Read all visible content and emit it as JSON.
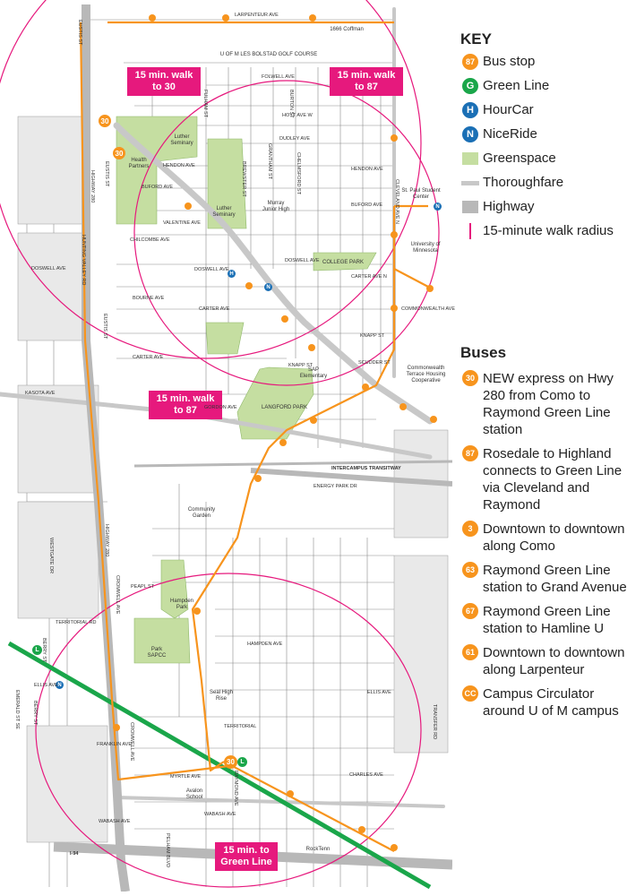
{
  "colors": {
    "bus": "#f7941d",
    "green_line": "#1aa64a",
    "hourcar": "#1a6fb5",
    "nicerride": "#1a6fb5",
    "greenspace": "#c5dea1",
    "thoroughfare": "#c8c8c8",
    "highway": "#b8b8b8",
    "walk_radius": "#e6197d"
  },
  "key": {
    "title": "KEY",
    "items": [
      {
        "symbol": "87",
        "icon": "bus-stop-badge",
        "label": "Bus stop"
      },
      {
        "symbol": "G",
        "icon": "green-line-badge",
        "label": "Green Line"
      },
      {
        "symbol": "H",
        "icon": "hourcar-badge",
        "label": "HourCar"
      },
      {
        "symbol": "N",
        "icon": "niceride-badge",
        "label": "NiceRide"
      },
      {
        "symbol": "",
        "icon": "greenspace-swatch",
        "label": "Greenspace"
      },
      {
        "symbol": "",
        "icon": "thoroughfare-line",
        "label": "Thoroughfare"
      },
      {
        "symbol": "",
        "icon": "highway-swatch",
        "label": "Highway"
      },
      {
        "symbol": "",
        "icon": "walk-radius-line",
        "label": "15-minute walk radius"
      }
    ]
  },
  "buses": {
    "title": "Buses",
    "routes": [
      {
        "number": "30",
        "description": "NEW express on Hwy 280 from Como to Raymond Green Line station"
      },
      {
        "number": "87",
        "description": "Rosedale to Highland connects to Green Line via Cleveland and Raymond"
      },
      {
        "number": "3",
        "description": "Downtown to downtown along Como"
      },
      {
        "number": "63",
        "description": "Raymond Green Line station to Grand Avenue"
      },
      {
        "number": "67",
        "description": "Raymond Green Line station to Hamline U"
      },
      {
        "number": "61",
        "description": "Downtown to downtown along Larpenteur"
      },
      {
        "number": "CC",
        "description": "Campus Circulator around U of M campus"
      }
    ]
  },
  "walk_labels": [
    {
      "id": "walk-30",
      "text": "15 min. walk to 30"
    },
    {
      "id": "walk-87-north",
      "text": "15 min. walk to 87"
    },
    {
      "id": "walk-87-south",
      "text": "15 min. walk to 87"
    },
    {
      "id": "walk-green",
      "text": "15 min. to Green Line"
    }
  ],
  "places": {
    "golf": "U OF M LES BOLSTAD GOLF COURSE",
    "coffman": "1666 Coffman",
    "luther1": "Luther Seminary",
    "luther2": "Luther Seminary",
    "health": "Health Partners",
    "murray": "Murray Junior High",
    "college_park": "COLLEGE PARK",
    "stpaul_sc": "St. Paul Student Center",
    "umn": "University of Minnesota",
    "sap": "SAP Elementary",
    "langford": "LANGFORD PARK",
    "commonwealth": "Commonwealth Terrace Housing Cooperative",
    "intercampus": "INTERCAMPUS TRANSITWAY",
    "community_garden": "Community Garden",
    "hampden": "Hampden Park",
    "park_sapcc": "Park SAPCC",
    "seal": "Seal High Rise",
    "avalon": "Avalon School",
    "rocktenn": "RockTenn"
  },
  "streets": {
    "larpenteur": "LARPENTEUR AVE",
    "folwell": "FOLWELL AVE",
    "hoyt": "HOYT AVE W",
    "dudley": "DUDLEY AVE",
    "hendon": "HENDON AVE",
    "hendon_e": "HENDON AVE",
    "buford": "BUFORD AVE",
    "buford_e": "BUFORD AVE",
    "valentine": "VALENTINE AVE",
    "chilcombe": "CHILCOMBE AVE",
    "doswell": "DOSWELL AVE",
    "doswell_w": "DOSWELL AVE",
    "doswell_e": "DOSWELL AVE",
    "carter_n": "CARTER AVE N",
    "carter": "CARTER AVE",
    "carter_w": "CARTER AVE",
    "bourne": "BOURNE AVE",
    "commonwealth_ave": "COMMONWEALTH AVE",
    "knapp": "KNAPP ST",
    "knapp2": "KNAPP ST",
    "scudder": "SCUDDER ST",
    "gordon": "GORDON AVE",
    "kasota": "KASOTA AVE",
    "energy_park": "ENERGY PARK DR",
    "terrritorial": "TERRITORIAL RD",
    "territorial2": "TERRITORIAL",
    "ellis_w": "ELLIS AVE",
    "ellis_e": "ELLIS AVE",
    "franklin": "FRANKLIN AVE",
    "myrtle": "MYRTLE AVE",
    "wabash": "WABASH AVE",
    "wabash2": "WABASH AVE",
    "charles": "CHARLES AVE",
    "hampden_ave": "HAMPDEN AVE",
    "peapl": "PEAPL ST",
    "i94": "I-94",
    "eustis": "EUSTIS ST",
    "eustis2": "EUSTIS ST",
    "eustis3": "EUSTIS ST",
    "hwy280": "HIGHWAY 280",
    "hwy280b": "HIGHWAY 280",
    "hunting_valley": "HUNTING VALLEY RD",
    "westgate": "WESTGATE DR",
    "cleveland": "CLEVELAND AVE N",
    "raymond": "RAYMOND AVE",
    "raymond2": "RAYMOND AVE",
    "cromwell": "CROMWELL AVE",
    "transfer": "TRANSFER RD",
    "pelham": "PELHAM BLVD",
    "emerald": "EMERALD ST SE",
    "berry": "BERRY ST",
    "berry2": "BERRY ST",
    "hampden_st": "HAMPDEN AVE",
    "fulham": "FULHAM ST",
    "brewster": "BREWSTER ST",
    "grantham": "GRANTHAM ST",
    "burton": "BURTON ST",
    "chelmsford": "CHELMSFORD ST",
    "cromwell_n": "CROMWELL AVE"
  },
  "map_markers": {
    "bus_30_a": "30",
    "bus_30_b": "30",
    "bus_30_c": "30",
    "green_l_a": "L",
    "green_l_b": "L",
    "n_a": "N",
    "n_b": "N",
    "n_c": "N",
    "n_d": "N",
    "h_a": "H"
  }
}
